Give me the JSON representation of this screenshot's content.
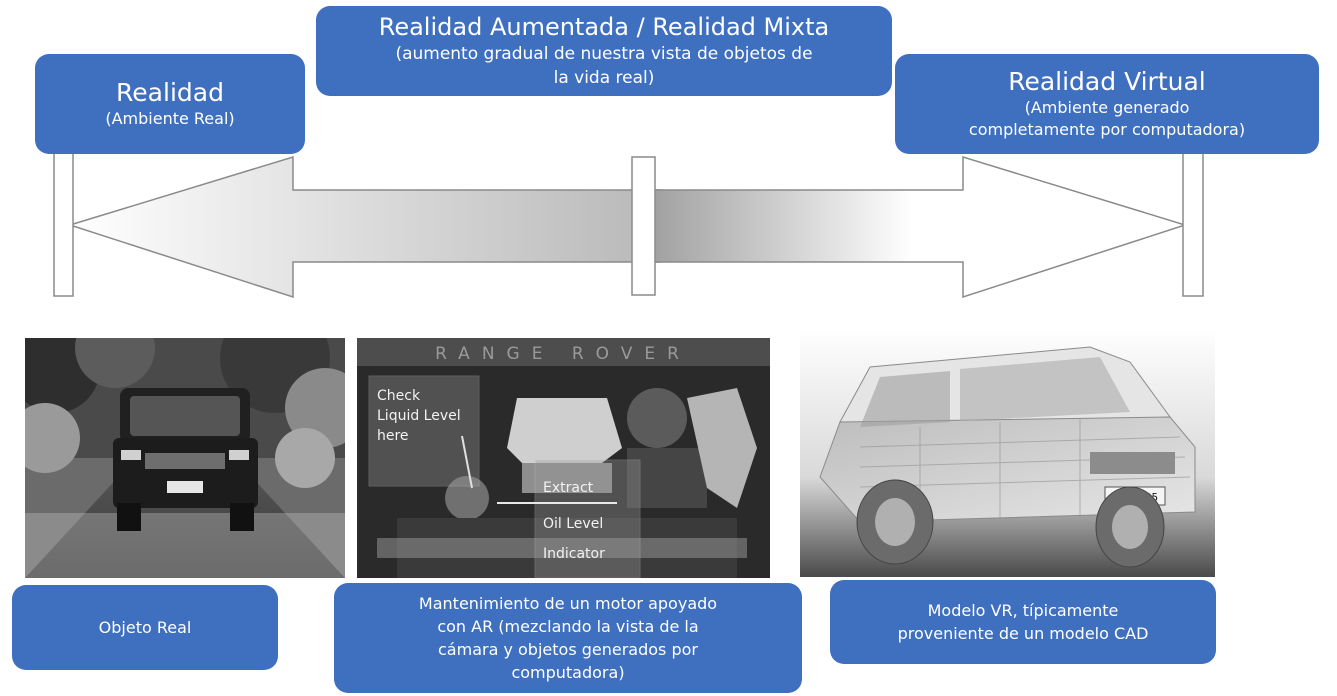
{
  "top_labels": {
    "realidad": {
      "title": "Realidad",
      "subtitle": "(Ambiente Real)"
    },
    "ar": {
      "title": "Realidad Aumentada / Realidad Mixta",
      "subtitle_line1": "(aumento gradual de nuestra vista de objetos de",
      "subtitle_line2": "la vida real)"
    },
    "vr": {
      "title": "Realidad Virtual",
      "subtitle_line1": "(Ambiente generado",
      "subtitle_line2": "completamente por computadora)"
    }
  },
  "photos": {
    "ar": {
      "brand_text": "RANGE ROVER",
      "overlay_1": [
        "Check",
        "Liquid Level",
        "here"
      ],
      "overlay_2": [
        "Extract",
        "Oil Level",
        "Indicator"
      ]
    },
    "vr": {
      "plate_text": "FHA 235"
    }
  },
  "captions": {
    "objeto": "Objeto Real",
    "motor": [
      "Mantenimiento de un motor apoyado",
      "con AR (mezclando la vista de la",
      "cámara y objetos generados por",
      "computadora)"
    ],
    "vr": [
      "Modelo VR, típicamente",
      "proveniente de un modelo CAD"
    ]
  },
  "colors": {
    "box_blue": "#3f6fbf",
    "text_white": "#ffffff"
  }
}
